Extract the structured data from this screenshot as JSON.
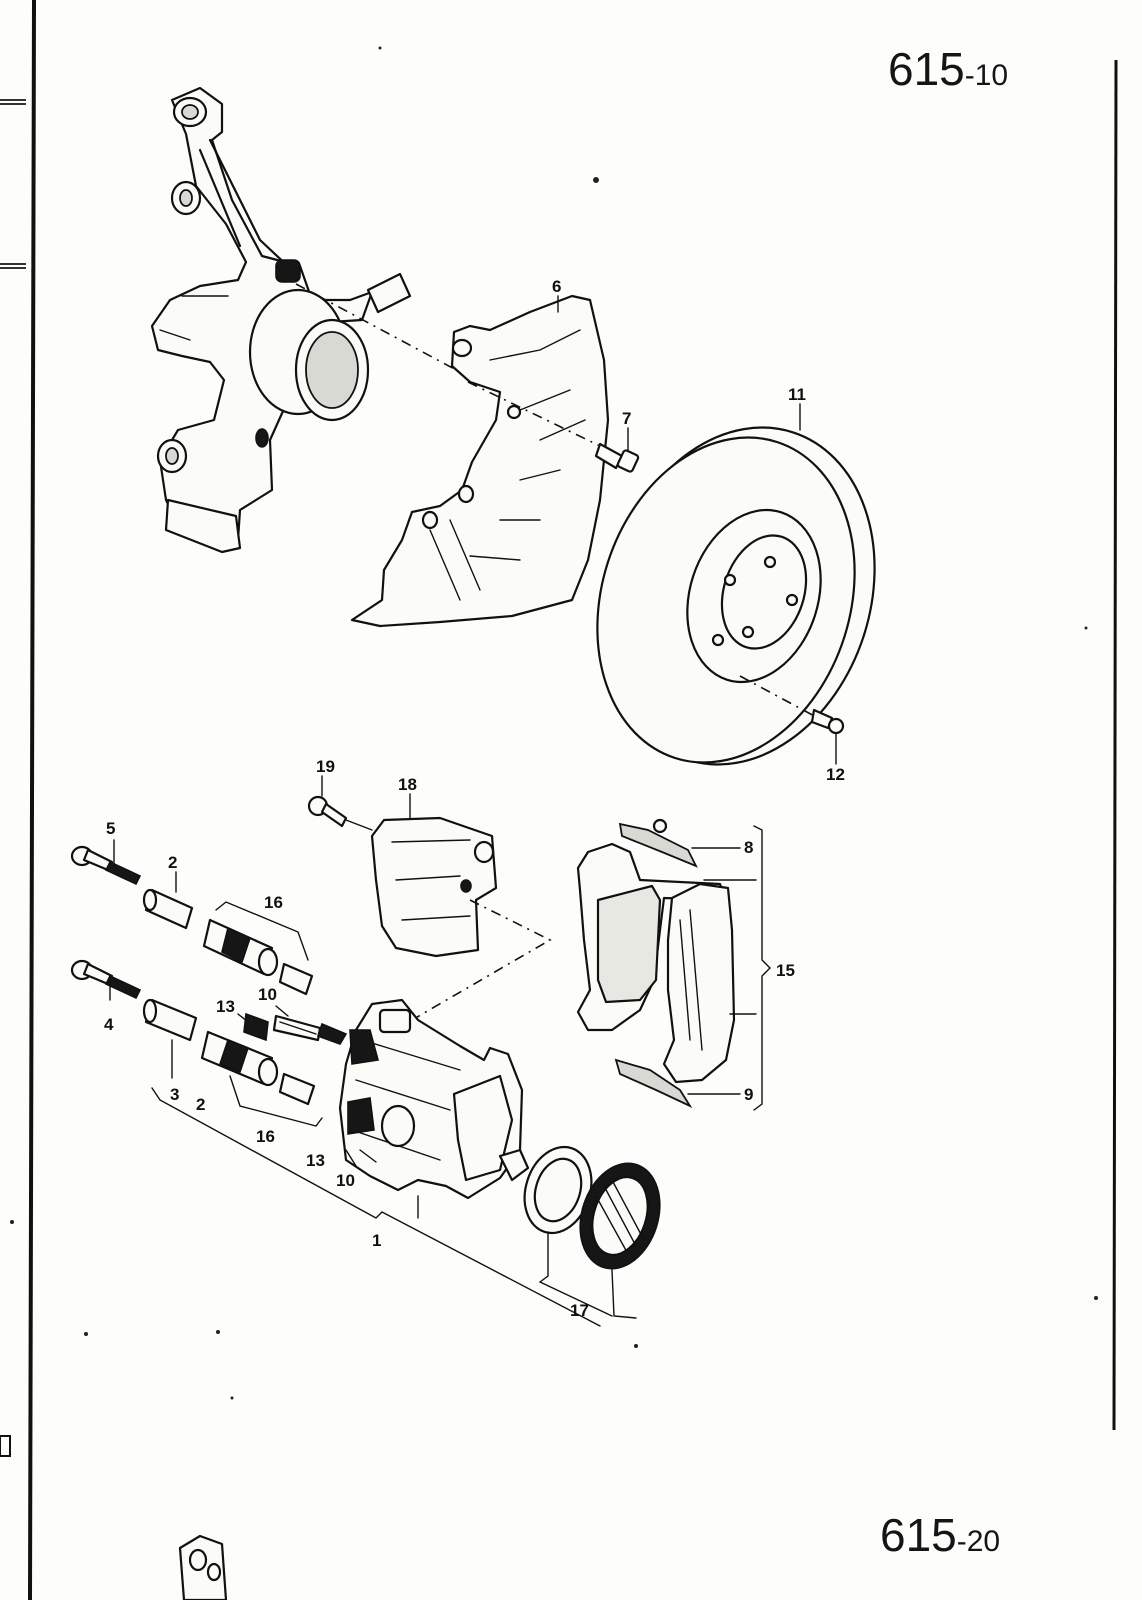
{
  "page_numbers": {
    "top_main": "615",
    "top_suffix": "-10",
    "bottom_main": "615",
    "bottom_suffix": "-20"
  },
  "callouts": [
    {
      "id": "c1",
      "label": "1"
    },
    {
      "id": "c2a",
      "label": "2"
    },
    {
      "id": "c2b",
      "label": "2"
    },
    {
      "id": "c3",
      "label": "3"
    },
    {
      "id": "c4",
      "label": "4"
    },
    {
      "id": "c5",
      "label": "5"
    },
    {
      "id": "c6",
      "label": "6"
    },
    {
      "id": "c7",
      "label": "7"
    },
    {
      "id": "c8",
      "label": "8"
    },
    {
      "id": "c9",
      "label": "9"
    },
    {
      "id": "c10a",
      "label": "10"
    },
    {
      "id": "c10b",
      "label": "10"
    },
    {
      "id": "c11",
      "label": "11"
    },
    {
      "id": "c12",
      "label": "12"
    },
    {
      "id": "c13a",
      "label": "13"
    },
    {
      "id": "c13b",
      "label": "13"
    },
    {
      "id": "c15",
      "label": "15"
    },
    {
      "id": "c16a",
      "label": "16"
    },
    {
      "id": "c16b",
      "label": "16"
    },
    {
      "id": "c17",
      "label": "17"
    },
    {
      "id": "c18",
      "label": "18"
    },
    {
      "id": "c19",
      "label": "19"
    }
  ]
}
